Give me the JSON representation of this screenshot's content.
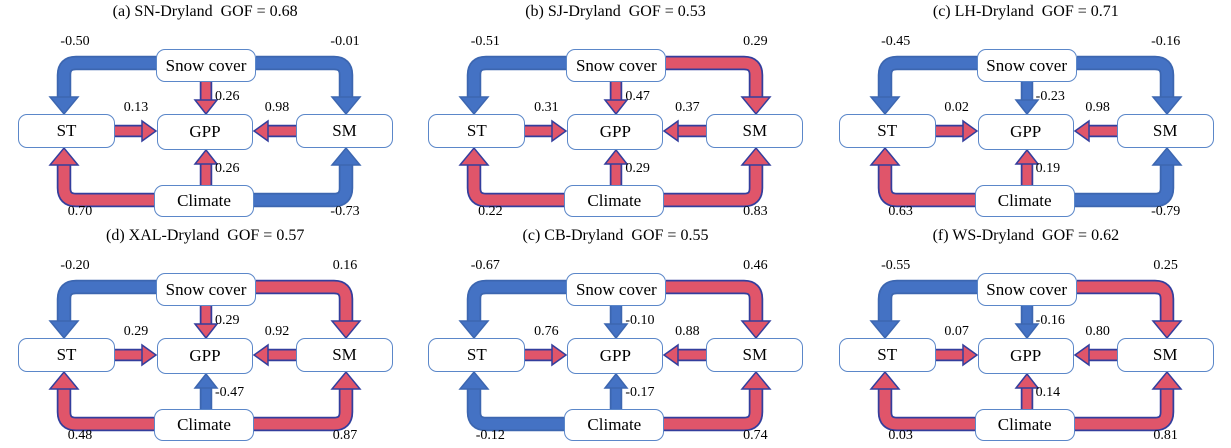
{
  "figure": {
    "description": "Six structural equation model path diagrams of snow cover, soil temperature (ST), soil moisture (SM) and climate effects on GPP in drylands",
    "node_labels": {
      "snow": "Snow cover",
      "st": "ST",
      "gpp": "GPP",
      "sm": "SM",
      "climate": "Climate"
    }
  },
  "colors": {
    "positive_path": "#e0556a",
    "positive_outline": "#333e9d",
    "negative_path": "#4472c4",
    "negative_outline": "#3c66b0",
    "box_border": "#5b87c9",
    "text": "#000000"
  },
  "panels": [
    {
      "id": "a",
      "title": "(a) SN-Dryland  GOF = 0.68",
      "region": "SN-Dryland",
      "gof": "0.68",
      "edges": {
        "snow_st": {
          "value": "-0.50"
        },
        "snow_sm": {
          "value": "-0.01"
        },
        "snow_gpp": {
          "value": "0.26"
        },
        "st_gpp": {
          "value": "0.13"
        },
        "sm_gpp": {
          "value": "0.98"
        },
        "climate_gpp": {
          "value": "0.26"
        },
        "climate_st": {
          "value": "0.70"
        },
        "climate_sm": {
          "value": "-0.73"
        }
      }
    },
    {
      "id": "b",
      "title": "(b) SJ-Dryland  GOF = 0.53",
      "region": "SJ-Dryland",
      "gof": "0.53",
      "edges": {
        "snow_st": {
          "value": "-0.51"
        },
        "snow_sm": {
          "value": "0.29"
        },
        "snow_gpp": {
          "value": "0.47"
        },
        "st_gpp": {
          "value": "0.31"
        },
        "sm_gpp": {
          "value": "0.37"
        },
        "climate_gpp": {
          "value": "0.29"
        },
        "climate_st": {
          "value": "0.22"
        },
        "climate_sm": {
          "value": "0.83"
        }
      }
    },
    {
      "id": "c",
      "title": "(c) LH-Dryland  GOF = 0.71",
      "region": "LH-Dryland",
      "gof": "0.71",
      "edges": {
        "snow_st": {
          "value": "-0.45"
        },
        "snow_sm": {
          "value": "-0.16"
        },
        "snow_gpp": {
          "value": "-0.23"
        },
        "st_gpp": {
          "value": "0.02"
        },
        "sm_gpp": {
          "value": "0.98"
        },
        "climate_gpp": {
          "value": "0.19"
        },
        "climate_st": {
          "value": "0.63"
        },
        "climate_sm": {
          "value": "-0.79"
        }
      }
    },
    {
      "id": "d",
      "title": "(d) XAL-Dryland  GOF = 0.57",
      "region": "XAL-Dryland",
      "gof": "0.57",
      "edges": {
        "snow_st": {
          "value": "-0.20"
        },
        "snow_sm": {
          "value": "0.16"
        },
        "snow_gpp": {
          "value": "0.29"
        },
        "st_gpp": {
          "value": "0.29"
        },
        "sm_gpp": {
          "value": "0.92"
        },
        "climate_gpp": {
          "value": "-0.47"
        },
        "climate_st": {
          "value": "0.48"
        },
        "climate_sm": {
          "value": "0.87"
        }
      }
    },
    {
      "id": "e",
      "title": "(c) CB-Dryland  GOF = 0.55",
      "region": "CB-Dryland",
      "gof": "0.55",
      "edges": {
        "snow_st": {
          "value": "-0.67"
        },
        "snow_sm": {
          "value": "0.46"
        },
        "snow_gpp": {
          "value": "-0.10"
        },
        "st_gpp": {
          "value": "0.76"
        },
        "sm_gpp": {
          "value": "0.88"
        },
        "climate_gpp": {
          "value": "-0.17"
        },
        "climate_st": {
          "value": "-0.12"
        },
        "climate_sm": {
          "value": "0.74"
        }
      }
    },
    {
      "id": "f",
      "title": "(f) WS-Dryland  GOF = 0.62",
      "region": "WS-Dryland",
      "gof": "0.62",
      "edges": {
        "snow_st": {
          "value": "-0.55"
        },
        "snow_sm": {
          "value": "0.25"
        },
        "snow_gpp": {
          "value": "-0.16"
        },
        "st_gpp": {
          "value": "0.07"
        },
        "sm_gpp": {
          "value": "0.80"
        },
        "climate_gpp": {
          "value": "0.14"
        },
        "climate_st": {
          "value": "0.03"
        },
        "climate_sm": {
          "value": "0.81"
        }
      }
    }
  ]
}
